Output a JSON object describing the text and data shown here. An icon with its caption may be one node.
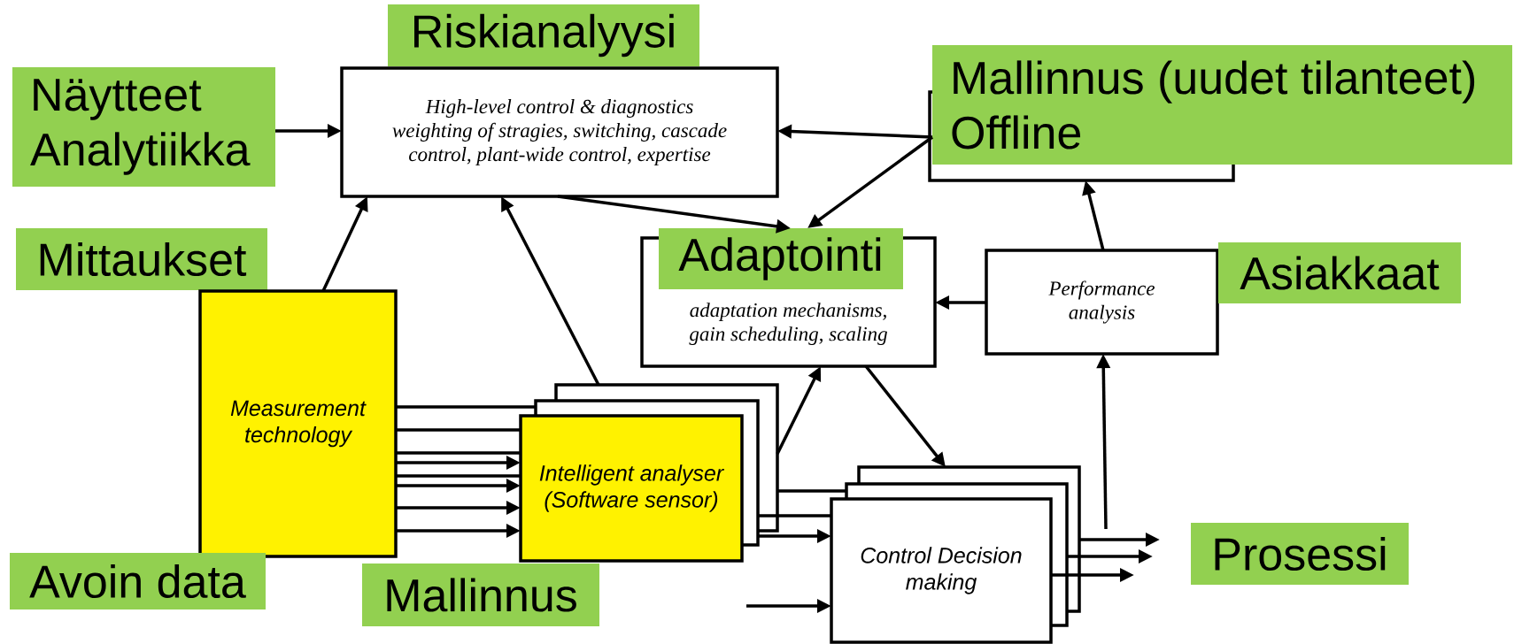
{
  "diagram": {
    "nodes": [
      {
        "text": [
          "Riskianalyysi"
        ]
      },
      {
        "text": [
          "Näytteet Analytiikka"
        ]
      },
      {
        "text": [
          "High-level control & diagnostics",
          "weighting of stragies, switching, cascade control, plant-wide control, expertise"
        ]
      },
      {
        "text": [
          "Mallinnus (uudet tilanteet) Offline"
        ]
      },
      {
        "text": [
          "Mittaukset"
        ]
      },
      {
        "text": [
          "adaptation mechanisms, gain scheduling, scaling"
        ]
      },
      {
        "text": [
          "Adaptointi"
        ]
      },
      {
        "text": [
          "Performance analysis"
        ]
      },
      {
        "text": [
          "Asiakkaat"
        ]
      },
      {
        "text": [
          "Measurement technology"
        ]
      },
      {
        "text": [
          "Intelligent analyser (Software sensor)"
        ]
      },
      {
        "text": [
          "Control Decision making"
        ]
      },
      {
        "text": [
          "Prosessi"
        ]
      },
      {
        "text": [
          "Avoin data"
        ]
      },
      {
        "text": [
          "Mallinnus"
        ]
      }
    ],
    "edges": [
      {
        "from": 1,
        "to": 2,
        "arrow": "to"
      },
      {
        "from": 9,
        "to": 2,
        "arrow": "to"
      },
      {
        "from": 10,
        "to": 2,
        "arrow": "to"
      },
      {
        "from": 2,
        "to": 6,
        "arrow": "to"
      },
      {
        "from": 3,
        "to": 2,
        "arrow": "to"
      },
      {
        "from": 3,
        "to": 6,
        "arrow": "to"
      },
      {
        "from": 7,
        "to": 5,
        "arrow": "to"
      },
      {
        "from": 7,
        "to": 3,
        "arrow": "to"
      },
      {
        "from": 10,
        "to": 5,
        "arrow": "to"
      },
      {
        "from": 5,
        "to": 11,
        "arrow": "to"
      },
      {
        "from": null,
        "to": 7,
        "arrow": "to"
      },
      {
        "from": 9,
        "to": 10,
        "arrow": "none"
      },
      {
        "from": 9,
        "to": 10,
        "arrow": "none"
      },
      {
        "from": 9,
        "to": 10,
        "arrow": "none"
      },
      {
        "from": 9,
        "to": 10,
        "arrow": "to"
      },
      {
        "from": 9,
        "to": 10,
        "arrow": "none"
      },
      {
        "from": 9,
        "to": 10,
        "arrow": "to"
      },
      {
        "from": 9,
        "to": 10,
        "arrow": "to"
      },
      {
        "from": 9,
        "to": 10,
        "arrow": "to"
      },
      {
        "from": 10,
        "to": 11,
        "arrow": "none"
      },
      {
        "from": 10,
        "to": 11,
        "arrow": "none"
      },
      {
        "from": 10,
        "to": 11,
        "arrow": "to"
      },
      {
        "from": null,
        "to": 11,
        "arrow": "to"
      },
      {
        "from": 11,
        "to": null,
        "arrow": "to"
      },
      {
        "from": 11,
        "to": null,
        "arrow": "to"
      },
      {
        "from": 11,
        "to": null,
        "arrow": "to"
      }
    ]
  }
}
